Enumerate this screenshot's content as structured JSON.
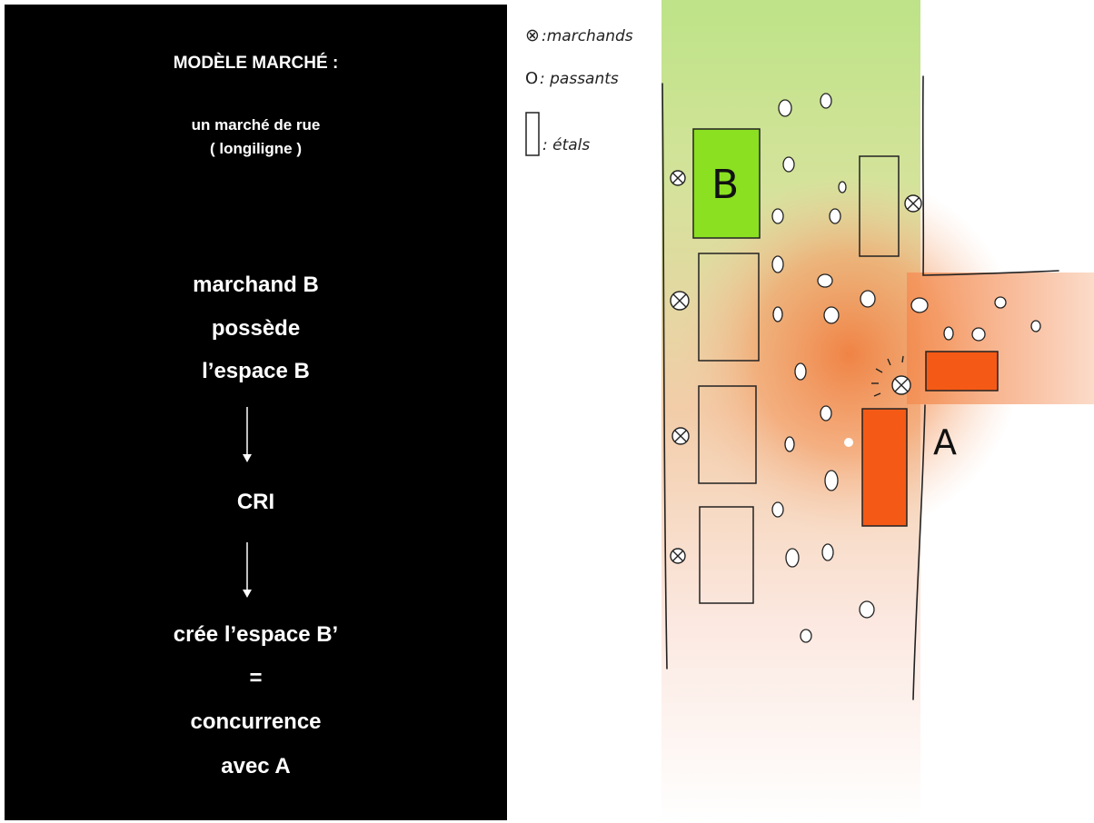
{
  "left_panel": {
    "title": "MODÈLE MARCHÉ :",
    "subtitle_line1": "un marché de rue",
    "subtitle_line2": "( longiligne )",
    "statement": [
      "marchand  B",
      "possède",
      "l’espace B"
    ],
    "cri": "CRI",
    "result": [
      "crée l’espace B’",
      "=",
      "concurrence",
      "avec A"
    ]
  },
  "legend": {
    "marchands_symbol": "⊗",
    "marchands": ":marchands",
    "passants_symbol": "O",
    "passants": ": passants",
    "etals": ": étals"
  },
  "labels": {
    "space_b": "B",
    "space_a": "A"
  },
  "colors": {
    "background": "#000000",
    "text": "#ffffff",
    "space_b": "#8be021",
    "space_a": "#f45a16",
    "green_zone": "#a8d96a",
    "orange_zone": "#f3894a"
  }
}
